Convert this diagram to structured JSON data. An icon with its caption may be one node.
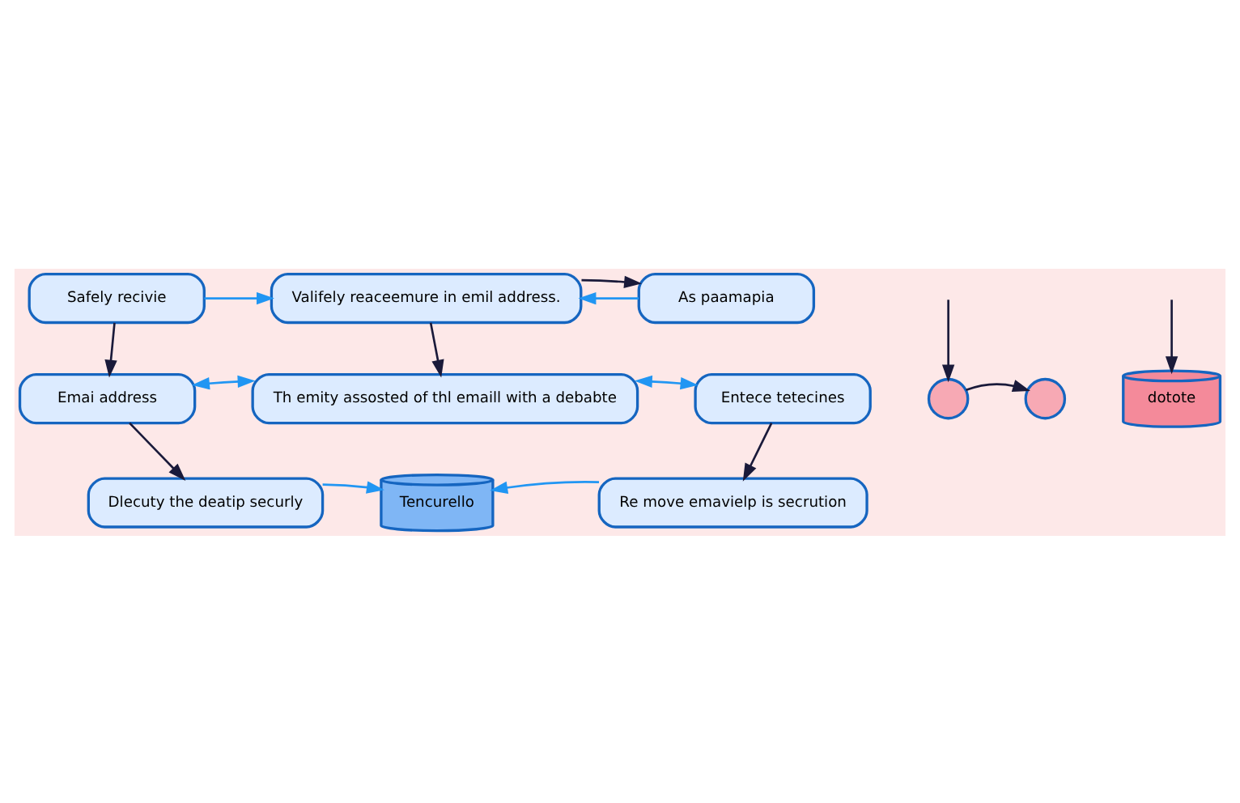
{
  "diagram": {
    "nodes": [
      {
        "text": [
          "Safely recivie"
        ]
      },
      {
        "text": [
          "Valifely reaceemure in emil address."
        ]
      },
      {
        "text": [
          "As paamapia"
        ]
      },
      {
        "text": [],
        "shape": "circle"
      },
      {
        "text": [],
        "shape": "circle"
      },
      {
        "text": [
          "Emai address"
        ]
      },
      {
        "text": [
          "Th emity assosted of thl emaill with a debabte"
        ]
      },
      {
        "text": [
          "Entece tetecines"
        ]
      },
      {
        "text": [
          "dotote"
        ]
      },
      {
        "text": [
          "Dlecuty the deatip securly"
        ]
      },
      {
        "text": [
          "Tencurello"
        ]
      },
      {
        "text": [
          "Re move emavielp is secrution"
        ]
      }
    ],
    "edges": [
      {
        "from": 0,
        "to": 1,
        "arrow": "to",
        "color": "#2196f3"
      },
      {
        "from": 2,
        "to": 1,
        "arrow": "to",
        "color": "#2196f3"
      },
      {
        "from": 1,
        "to": 2,
        "arrow": "to"
      },
      {
        "from": 0,
        "to": 5,
        "arrow": "to"
      },
      {
        "from": 1,
        "to": 6,
        "arrow": "to"
      },
      {
        "from": 3,
        "to": 4,
        "arrow": "to"
      },
      {
        "from": null,
        "to": 3,
        "arrow": "to"
      },
      {
        "from": 5,
        "to": 6,
        "arrow": "both",
        "color": "#2196f3"
      },
      {
        "from": 6,
        "to": 7,
        "arrow": "both",
        "color": "#2196f3"
      },
      {
        "from": null,
        "to": 8,
        "arrow": "to"
      },
      {
        "from": 5,
        "to": 9,
        "arrow": "to"
      },
      {
        "from": 7,
        "to": 11,
        "arrow": "to"
      },
      {
        "from": 9,
        "to": 10,
        "arrow": "to",
        "color": "#2196f3"
      },
      {
        "from": 11,
        "to": 10,
        "arrow": "to",
        "color": "#2196f3"
      }
    ]
  }
}
